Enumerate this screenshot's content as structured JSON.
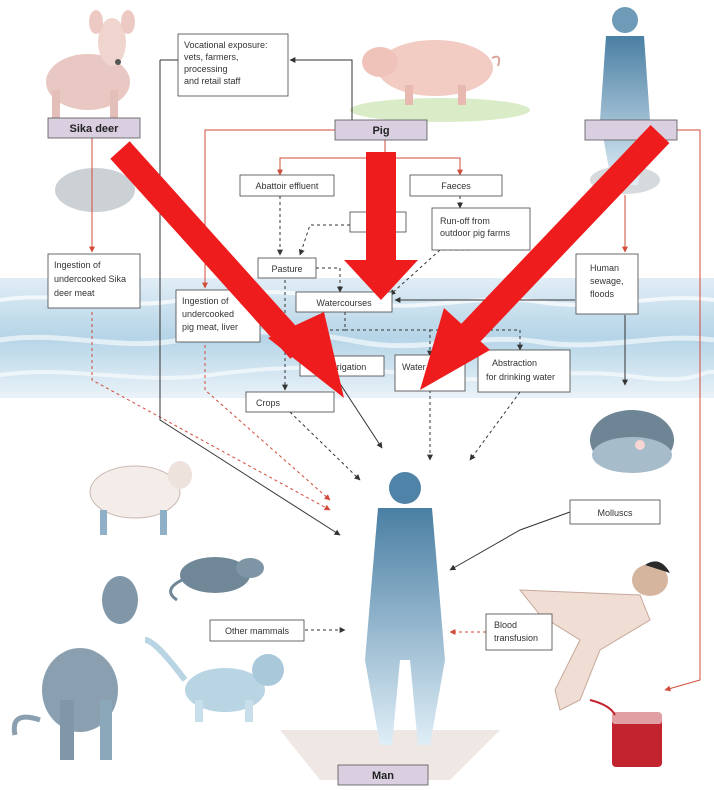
{
  "sources": {
    "sika_deer": "Sika deer",
    "pig": "Pig",
    "man": "Man"
  },
  "boxes": {
    "vocational": [
      "Vocational exposure:",
      "vets, farmers,",
      "processing",
      "and retail staff"
    ],
    "abattoir": "Abattoir effluent",
    "faeces": "Faeces",
    "runoff": [
      "Run-off from",
      "outdoor pig farms"
    ],
    "pasture": "Pasture",
    "watercourses": "Watercourses",
    "ingestion_deer": [
      "Ingestion of",
      "undercooked Sika",
      "deer meat"
    ],
    "ingestion_pig": [
      "Ingestion of",
      "undercooked",
      "pig meat, liver"
    ],
    "irrigation": "via irrigation",
    "water_rec": "Water",
    "abstraction": [
      "Abstraction",
      "for drinking water"
    ],
    "crops": "Crops",
    "human_sewage": [
      "Human",
      "sewage,",
      "floods"
    ],
    "molluscs": "Molluscs",
    "other_mammals": "Other mammals",
    "blood": [
      "Blood",
      "transfusion"
    ]
  },
  "colors": {
    "overlay_arrow": "#ee1c1c",
    "label_fill": "#d9cfe0",
    "water": "#b9d7ea",
    "link_red": "#d24b3a"
  },
  "icons": [
    "deer-icon",
    "pig-icon",
    "human-silhouette-icon",
    "sheep-icon",
    "rat-icon",
    "dog-icon",
    "cat-icon",
    "mollusc-icon",
    "patient-icon",
    "blood-bag-icon"
  ]
}
